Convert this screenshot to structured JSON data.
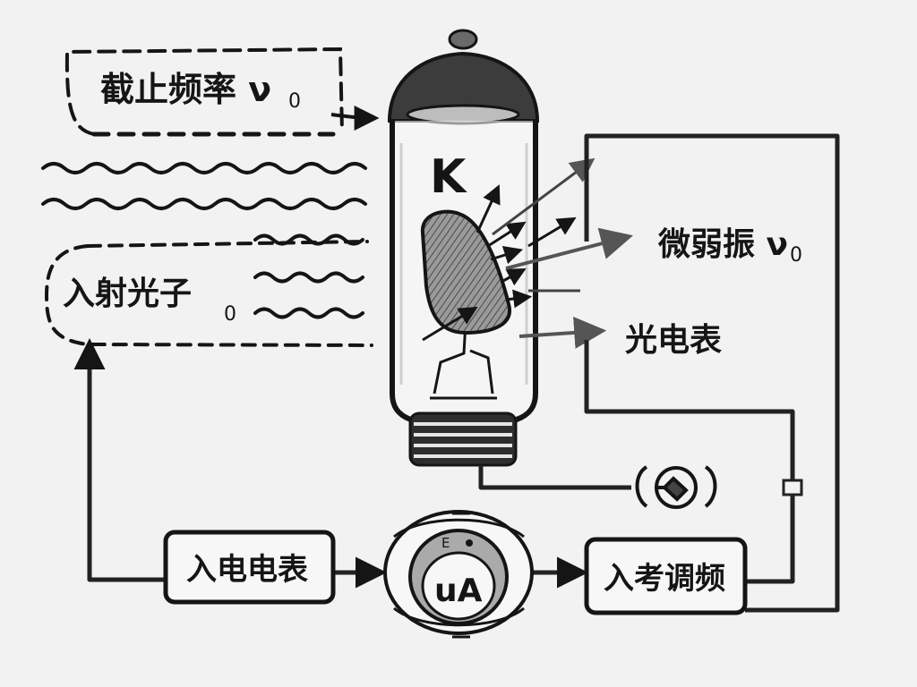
{
  "labels": {
    "threshold_frequency": "截止频率 ν",
    "threshold_subscript": "0",
    "cathode": "K",
    "emitted_light": "微弱振 ν",
    "emitted_subscript": "0",
    "photoelectron_meter": "光电表",
    "incident_light": "入射光子",
    "incident_subscript": "0",
    "box_left": "入电电表",
    "meter_unit": "uA",
    "meter_top_mark": "E",
    "box_right": "入考调频"
  },
  "colors": {
    "ink": "#151515",
    "background": "#f2f2f2",
    "cathode_fill": "#8a8a8a",
    "cap_fill": "#3a3a3a"
  }
}
